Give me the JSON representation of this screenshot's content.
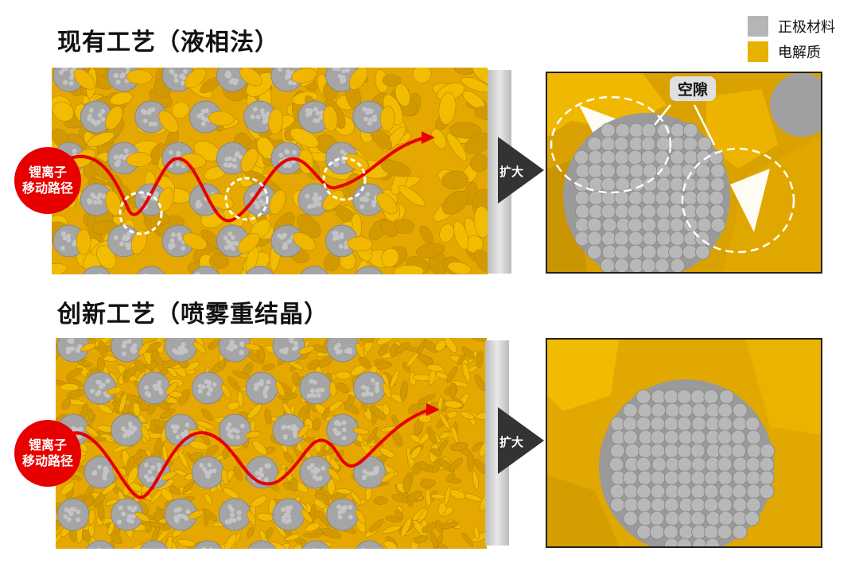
{
  "top_section": {
    "title": "现有工艺（液相法）",
    "ion_label_line1": "锂离子",
    "ion_label_line2": "移动路径",
    "expand_label": "扩大",
    "void_label": "空隙"
  },
  "bottom_section": {
    "title": "创新工艺（喷雾重结晶）",
    "ion_label_line1": "锂离子",
    "ion_label_line2": "移动路径",
    "expand_label": "扩大"
  },
  "legend": [
    {
      "label": "正极材料",
      "color": "#b5b5b5"
    },
    {
      "label": "电解质",
      "color": "#e8b000"
    }
  ],
  "colors": {
    "electrolyte": "#e8b000",
    "cathode": "#a9a9a9",
    "path": "#e60000"
  }
}
